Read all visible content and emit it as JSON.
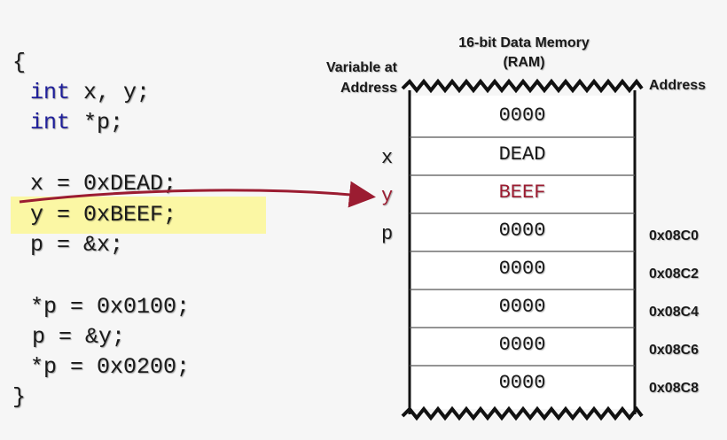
{
  "code": {
    "open_brace": "{",
    "l1_kw": "int",
    "l1_rest": " x, y;",
    "l2_kw": "int",
    "l2_rest": " *p;",
    "l3": "x = 0xDEAD;",
    "l4": "y = 0xBEEF;",
    "l5": "p = &x;",
    "l6": "*p = 0x0100;",
    "l7": "p = &y;",
    "l8": "*p = 0x0200;",
    "close_brace": "}"
  },
  "memory": {
    "title_line1": "16-bit Data Memory",
    "title_line2": "(RAM)",
    "var_header_line1": "Variable at",
    "var_header_line2": "Address",
    "addr_header": "Address",
    "cells": [
      {
        "var": "",
        "value": "0000",
        "address": ""
      },
      {
        "var": "x",
        "value": "DEAD",
        "address": ""
      },
      {
        "var": "y",
        "value": "BEEF",
        "address": ""
      },
      {
        "var": "p",
        "value": "0000",
        "address": "0x08C0"
      },
      {
        "var": "",
        "value": "0000",
        "address": "0x08C2"
      },
      {
        "var": "",
        "value": "0000",
        "address": "0x08C4"
      },
      {
        "var": "",
        "value": "0000",
        "address": "0x08C6"
      },
      {
        "var": "",
        "value": "0000",
        "address": "0x08C8"
      }
    ]
  },
  "colors": {
    "keyword": "#1f1f9a",
    "highlight": "#fbf7a4",
    "arrow": "#9b1c31",
    "highlight_text": "#9b1c31"
  }
}
